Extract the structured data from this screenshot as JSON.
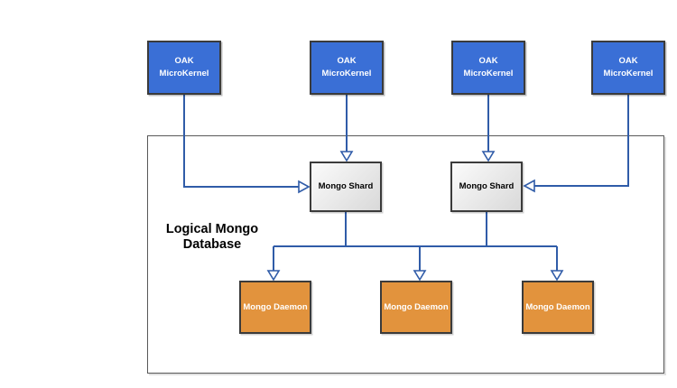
{
  "diagram": {
    "container": {
      "label_line1": "Logical Mongo",
      "label_line2": "Database"
    },
    "nodes": {
      "microkernels": [
        {
          "id": "microkernel-1",
          "line1": "OAK",
          "line2": "MicroKernel"
        },
        {
          "id": "microkernel-2",
          "line1": "OAK",
          "line2": "MicroKernel"
        },
        {
          "id": "microkernel-3",
          "line1": "OAK",
          "line2": "MicroKernel"
        },
        {
          "id": "microkernel-4",
          "line1": "OAK",
          "line2": "MicroKernel"
        }
      ],
      "shards": [
        {
          "id": "shard-1",
          "label": "Mongo Shard"
        },
        {
          "id": "shard-2",
          "label": "Mongo Shard"
        }
      ],
      "daemons": [
        {
          "id": "daemon-1",
          "label": "Mongo Daemon"
        },
        {
          "id": "daemon-2",
          "label": "Mongo Daemon"
        },
        {
          "id": "daemon-3",
          "label": "Mongo Daemon"
        }
      ]
    },
    "edges": [
      {
        "from": "microkernel-1",
        "to": "shard-1",
        "arrow": "into-left-side"
      },
      {
        "from": "microkernel-2",
        "to": "shard-1",
        "arrow": "into-top"
      },
      {
        "from": "microkernel-3",
        "to": "shard-2",
        "arrow": "into-top"
      },
      {
        "from": "microkernel-4",
        "to": "shard-2",
        "arrow": "into-right-side"
      },
      {
        "from": "shard-1",
        "to": "daemon-1",
        "arrow": "into-top"
      },
      {
        "from": "shard-1",
        "to": "daemon-2",
        "arrow": "into-top"
      },
      {
        "from": "shard-2",
        "to": "daemon-2",
        "arrow": "into-top"
      },
      {
        "from": "shard-2",
        "to": "daemon-3",
        "arrow": "into-top"
      }
    ]
  },
  "colors": {
    "microkernel_fill": "#3A6FD6",
    "microkernel_text": "#FFFFFF",
    "shard_fill_start": "#FBFBFB",
    "shard_fill_end": "#D9D9D9",
    "shard_text": "#000000",
    "daemon_fill": "#E2933D",
    "daemon_text": "#FFFFFF",
    "connector": "#305CA8",
    "arrowhead_fill": "#FFFFFF",
    "node_border": "#3B3B3B",
    "container_border": "#595959"
  }
}
